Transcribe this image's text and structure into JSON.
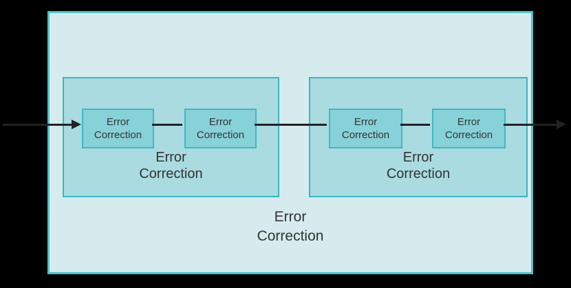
{
  "diagram": {
    "outer": {
      "label": "Error\nCorrection"
    },
    "groups": [
      {
        "label": "Error\nCorrection",
        "units": [
          {
            "label": "Error\nCorrection"
          },
          {
            "label": "Error\nCorrection"
          }
        ]
      },
      {
        "label": "Error\nCorrection",
        "units": [
          {
            "label": "Error\nCorrection"
          },
          {
            "label": "Error\nCorrection"
          }
        ]
      }
    ],
    "colors": {
      "background": "#000000",
      "outer_fill": "#D6EBEE",
      "outer_border": "#4CC1CA",
      "group_fill": "#A9DBE0",
      "group_border": "#3CB5C1",
      "unit_fill": "#87D1D8",
      "unit_border": "#3FB9C4",
      "arrow": "#222222",
      "text": "#333333"
    }
  }
}
